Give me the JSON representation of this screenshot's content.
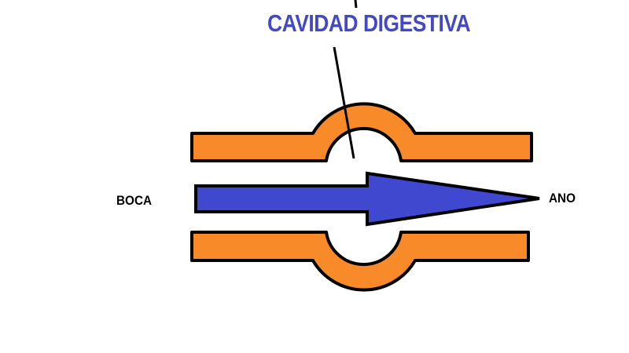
{
  "title": "CAVIDAD DIGESTIVA",
  "labels": {
    "mouth": "BOCA",
    "anus": "ANO"
  },
  "colors": {
    "tube": "#f98a2a",
    "arrow": "#4148d0",
    "title": "#4349c4",
    "outline": "#000000"
  }
}
